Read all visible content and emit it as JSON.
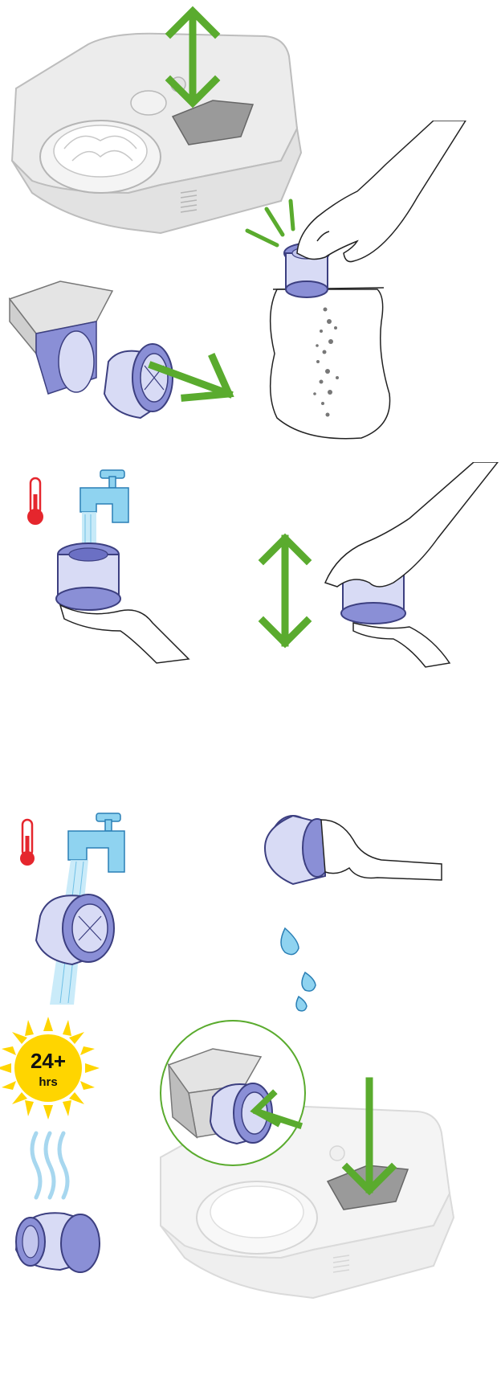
{
  "steps": [
    {
      "id": "remove-filter-cover",
      "icons": [
        "robot-vacuum-icon",
        "up-down-arrow-icon",
        "filter-cover-icon"
      ]
    },
    {
      "id": "tap-filter-into-bin",
      "icons": [
        "filter-cover-icon",
        "filter-icon",
        "diagonal-arrow-icon",
        "hand-icon",
        "bin-bag-icon",
        "dust-particles-icon",
        "tap-motion-lines-icon"
      ]
    },
    {
      "id": "rinse-filter-inside",
      "icons": [
        "thermometer-icon",
        "tap-icon",
        "water-stream-icon",
        "filter-icon",
        "hand-icon",
        "up-down-arrow-icon"
      ]
    },
    {
      "id": "rinse-filter-outside",
      "icons": [
        "thermometer-icon",
        "tap-icon",
        "water-stream-icon",
        "filter-icon",
        "hand-icon",
        "water-drops-icon"
      ]
    },
    {
      "id": "dry-and-refit",
      "icons": [
        "sun-icon",
        "heat-waves-icon",
        "filter-icon",
        "filter-cover-icon",
        "insert-arrow-icon",
        "robot-vacuum-icon",
        "down-arrow-icon"
      ]
    }
  ],
  "dry_time": {
    "value": "24+",
    "unit": "hrs"
  },
  "colors": {
    "arrow_green": "#5aab2e",
    "filter_purple": "#8a8fd6",
    "filter_light": "#d8dbf5",
    "water_blue": "#8fd3f0",
    "sun_yellow": "#ffd500",
    "thermo_red": "#e5262d",
    "robot_gray": "#d8d8d8"
  }
}
